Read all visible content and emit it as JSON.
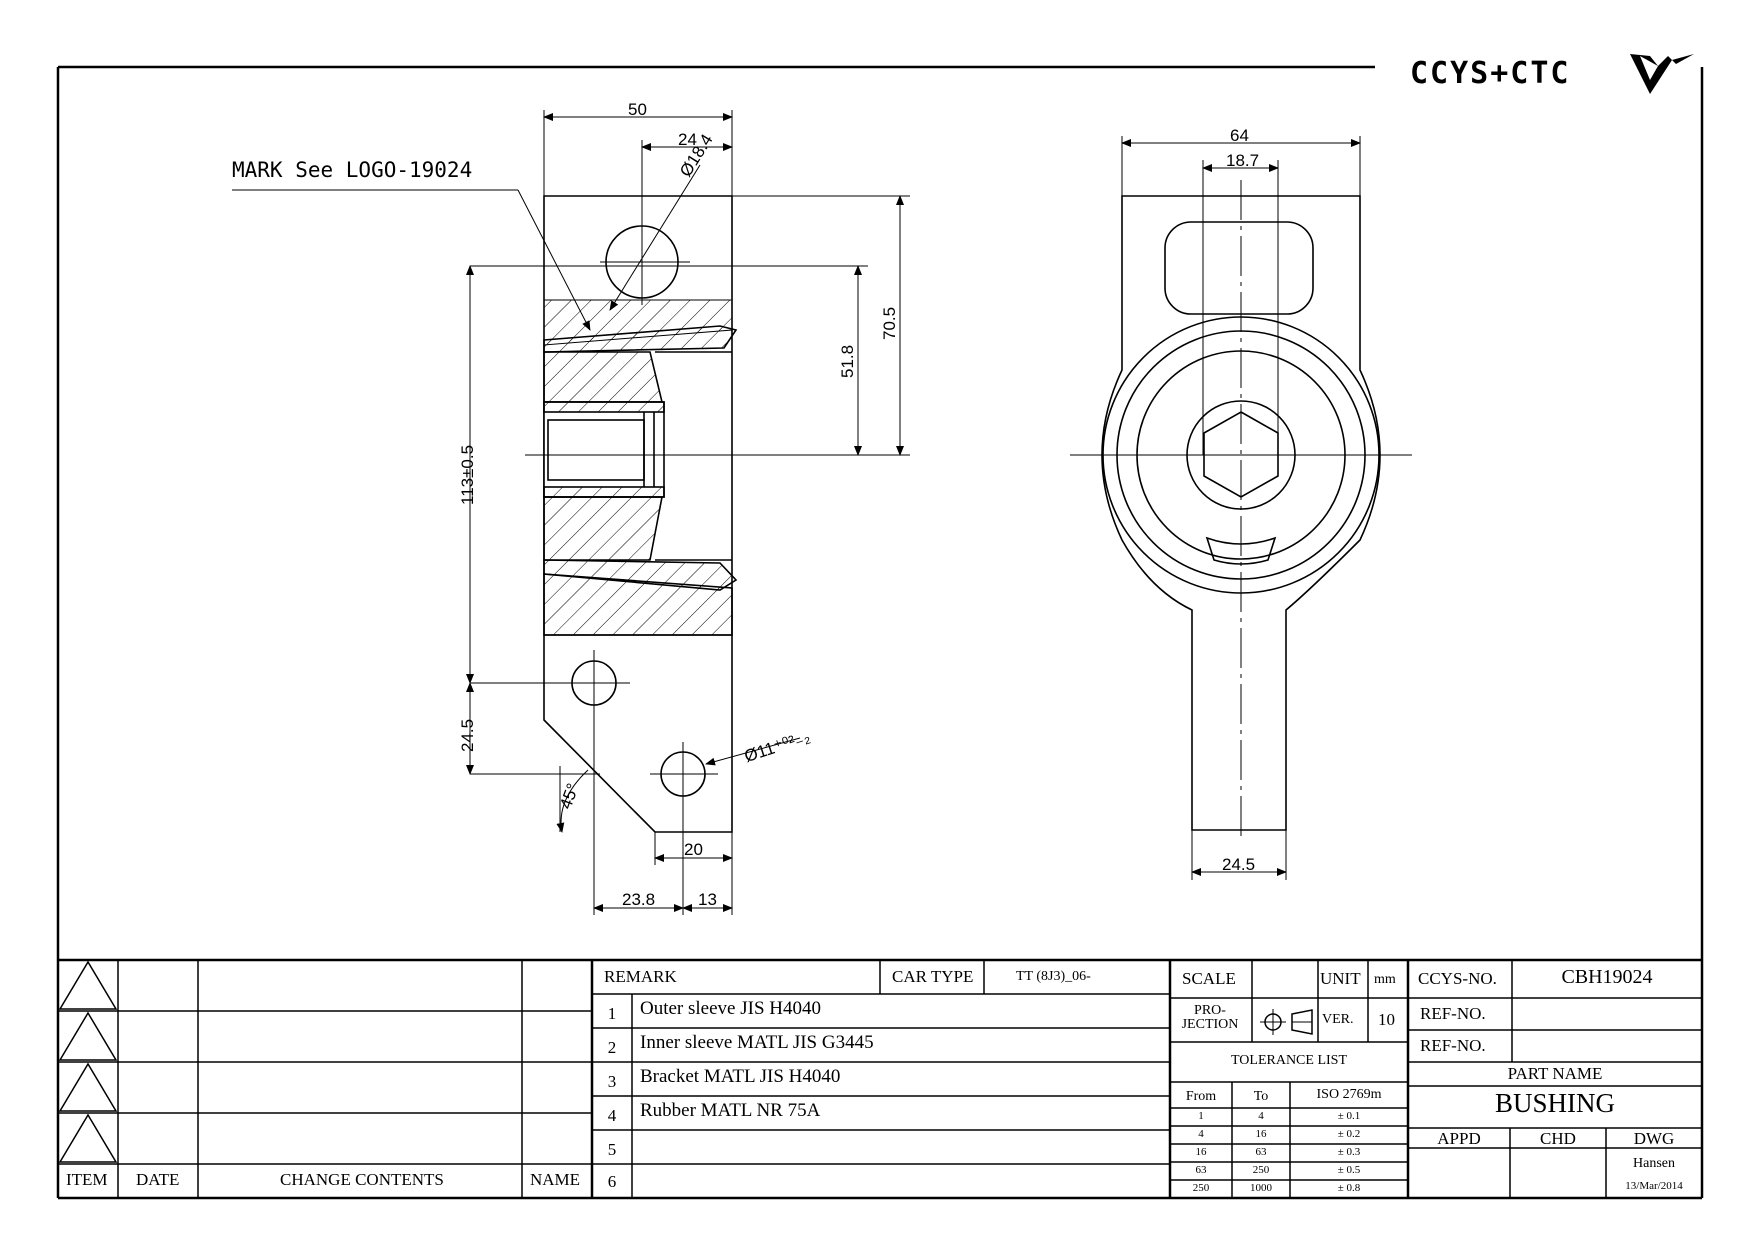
{
  "logo": {
    "text": "CCYS+CTC",
    "mark_icon": "ccys-logo-icon"
  },
  "drawing": {
    "mark_note": "MARK See LOGO-19024",
    "front_view": {
      "dims": {
        "width_top": "50",
        "hole_offset": "24",
        "hole_dia": "Ø18.4",
        "height_total": "70.5",
        "height_inner": "51.8",
        "overall_length": "113±0.5",
        "lower_offset": "24.5",
        "small_hole_dia": "Ø11⁺⁰²₋₂",
        "chamfer": "45°",
        "bottom_width": "20",
        "base_left": "23.8",
        "base_right": "13"
      }
    },
    "side_view": {
      "dims": {
        "width_top": "64",
        "slot": "18.7",
        "arm_width": "24.5"
      }
    }
  },
  "revision_table": {
    "headers": {
      "item": "ITEM",
      "date": "DATE",
      "change": "CHANGE CONTENTS",
      "name": "NAME"
    }
  },
  "remarks": {
    "title": "REMARK",
    "car_type_label": "CAR TYPE",
    "car_type_value": "TT (8J3)_06-",
    "items": [
      {
        "no": "1",
        "text": "Outer sleeve JIS H4040"
      },
      {
        "no": "2",
        "text": "Inner sleeve MATL JIS G3445"
      },
      {
        "no": "3",
        "text": "Bracket MATL JIS H4040"
      },
      {
        "no": "4",
        "text": "Rubber MATL NR 75A"
      },
      {
        "no": "5",
        "text": ""
      },
      {
        "no": "6",
        "text": ""
      }
    ]
  },
  "title_block": {
    "scale_label": "SCALE",
    "unit_label": "UNIT",
    "unit_value": "mm",
    "projection_label": "PRO- JECTION",
    "ver_label": "VER.",
    "ver_value": "10",
    "tolerance_title": "TOLERANCE LIST",
    "tol_headers": {
      "from": "From",
      "to": "To",
      "std": "ISO 2769m"
    },
    "tolerances": [
      {
        "from": "1",
        "to": "4",
        "tol": "± 0.1"
      },
      {
        "from": "4",
        "to": "16",
        "tol": "± 0.2"
      },
      {
        "from": "16",
        "to": "63",
        "tol": "± 0.3"
      },
      {
        "from": "63",
        "to": "250",
        "tol": "± 0.5"
      },
      {
        "from": "250",
        "to": "1000",
        "tol": "± 0.8"
      }
    ],
    "ccys_no_label": "CCYS-NO.",
    "ccys_no_value": "CBH19024",
    "ref_no_label_1": "REF-NO.",
    "ref_no_label_2": "REF-NO.",
    "part_name_label": "PART NAME",
    "part_name_value": "BUSHING",
    "appd_label": "APPD",
    "chd_label": "CHD",
    "dwg_label": "DWG",
    "dwg_name": "Hansen",
    "dwg_date": "13/Mar/2014"
  },
  "colors": {
    "line": "#000000",
    "paper": "#ffffff"
  }
}
